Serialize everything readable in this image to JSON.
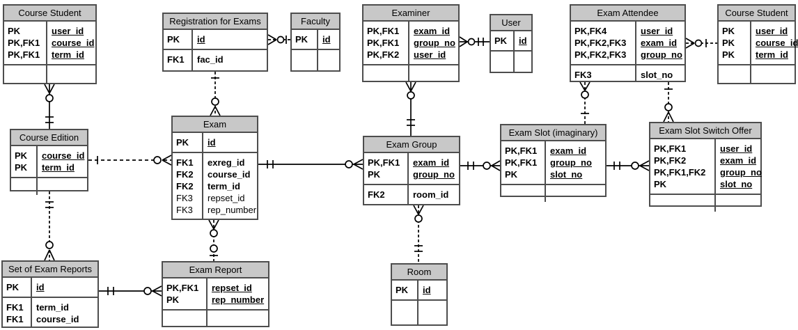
{
  "diagram": {
    "kind": "entity-relationship-diagram",
    "notation": "crows-foot",
    "colors": {
      "header_fill": "#c8c8c8",
      "table_border": "#4d4d4d",
      "line": "#000000",
      "background": "#ffffff"
    }
  },
  "tables": [
    {
      "id": "course-student-left",
      "title": "Course Student",
      "keys": [
        {
          "k": "PK",
          "n": "user_id"
        },
        {
          "k": "PK,FK1",
          "n": "course_id"
        },
        {
          "k": "PK,FK1",
          "n": "term_id"
        }
      ],
      "attrs": []
    },
    {
      "id": "registration-for-exams",
      "title": "Registration for Exams",
      "keys": [
        {
          "k": "PK",
          "n": "id"
        }
      ],
      "attrs": [
        {
          "k": "FK1",
          "n": "fac_id"
        }
      ]
    },
    {
      "id": "faculty",
      "title": "Faculty",
      "keys": [
        {
          "k": "PK",
          "n": "id"
        }
      ],
      "attrs": []
    },
    {
      "id": "examiner",
      "title": "Examiner",
      "keys": [
        {
          "k": "PK,FK1",
          "n": "exam_id"
        },
        {
          "k": "PK,FK1",
          "n": "group_no"
        },
        {
          "k": "PK,FK2",
          "n": "user_id"
        }
      ],
      "attrs": []
    },
    {
      "id": "user",
      "title": "User",
      "keys": [
        {
          "k": "PK",
          "n": "id"
        }
      ],
      "attrs": []
    },
    {
      "id": "exam-attendee",
      "title": "Exam Attendee",
      "keys": [
        {
          "k": "PK,FK4",
          "n": "user_id"
        },
        {
          "k": "PK,FK2,FK3",
          "n": "exam_id"
        },
        {
          "k": "PK,FK2,FK3",
          "n": "group_no"
        }
      ],
      "attrs": [
        {
          "k": "FK3",
          "n": "slot_no"
        }
      ]
    },
    {
      "id": "course-student-right",
      "title": "Course Student",
      "keys": [
        {
          "k": "PK",
          "n": "user_id"
        },
        {
          "k": "PK",
          "n": "course_id"
        },
        {
          "k": "PK",
          "n": "term_id"
        }
      ],
      "attrs": []
    },
    {
      "id": "course-edition",
      "title": "Course Edition",
      "keys": [
        {
          "k": "PK",
          "n": "course_id"
        },
        {
          "k": "PK",
          "n": "term_id"
        }
      ],
      "attrs": []
    },
    {
      "id": "exam",
      "title": "Exam",
      "keys": [
        {
          "k": "PK",
          "n": "id"
        }
      ],
      "attrs": [
        {
          "k": "FK1",
          "n": "exreg_id"
        },
        {
          "k": "FK2",
          "n": "course_id"
        },
        {
          "k": "FK2",
          "n": "term_id"
        },
        {
          "k": "FK3",
          "n": "repset_id",
          "light": true
        },
        {
          "k": "FK3",
          "n": "rep_number",
          "light": true
        }
      ]
    },
    {
      "id": "exam-group",
      "title": "Exam Group",
      "keys": [
        {
          "k": "PK,FK1",
          "n": "exam_id"
        },
        {
          "k": "PK",
          "n": "group_no"
        }
      ],
      "attrs": [
        {
          "k": "FK2",
          "n": "room_id"
        }
      ]
    },
    {
      "id": "exam-slot-imaginary",
      "title": "Exam Slot (imaginary)",
      "keys": [
        {
          "k": "PK,FK1",
          "n": "exam_id"
        },
        {
          "k": "PK,FK1",
          "n": "group_no"
        },
        {
          "k": "PK",
          "n": "slot_no"
        }
      ],
      "attrs": []
    },
    {
      "id": "exam-slot-switch-offer",
      "title": "Exam Slot Switch Offer",
      "keys": [
        {
          "k": "PK,FK1",
          "n": "user_id"
        },
        {
          "k": "PK,FK2",
          "n": "exam_id"
        },
        {
          "k": "PK,FK1,FK2",
          "n": "group_no"
        },
        {
          "k": "PK",
          "n": "slot_no"
        }
      ],
      "attrs": []
    },
    {
      "id": "set-of-exam-reports",
      "title": "Set of Exam Reports",
      "keys": [
        {
          "k": "PK",
          "n": "id"
        }
      ],
      "attrs": [
        {
          "k": "FK1",
          "n": "term_id"
        },
        {
          "k": "FK1",
          "n": "course_id"
        }
      ]
    },
    {
      "id": "exam-report",
      "title": "Exam Report",
      "keys": [
        {
          "k": "PK,FK1",
          "n": "repset_id"
        },
        {
          "k": "PK",
          "n": "rep_number"
        }
      ],
      "attrs": []
    },
    {
      "id": "room",
      "title": "Room",
      "keys": [
        {
          "k": "PK",
          "n": "id"
        }
      ],
      "attrs": []
    }
  ],
  "relationships": [
    {
      "from": "course-student-left",
      "to": "course-edition",
      "from_end": "zero-or-many",
      "to_end": "one-and-only-one",
      "line": "solid"
    },
    {
      "from": "registration-for-exams",
      "to": "faculty",
      "from_end": "zero-or-many",
      "to_end": "one",
      "line": "dashed"
    },
    {
      "from": "registration-for-exams",
      "to": "exam",
      "from_end": "one",
      "to_end": "zero-or-many",
      "line": "dashed"
    },
    {
      "from": "course-edition",
      "to": "exam",
      "from_end": "one",
      "to_end": "zero-or-many",
      "line": "dashed"
    },
    {
      "from": "course-edition",
      "to": "set-of-exam-reports",
      "from_end": "one-and-only-one",
      "to_end": "zero-or-many",
      "line": "dashed"
    },
    {
      "from": "exam",
      "to": "exam-group",
      "from_end": "one-and-only-one",
      "to_end": "zero-or-many",
      "line": "solid"
    },
    {
      "from": "exam",
      "to": "exam-report",
      "from_end": "zero-or-many",
      "to_end": "zero-or-one",
      "line": "dashed"
    },
    {
      "from": "exam-group",
      "to": "exam-slot-imaginary",
      "from_end": "one-and-only-one",
      "to_end": "zero-or-many",
      "line": "solid"
    },
    {
      "from": "exam-group",
      "to": "room",
      "from_end": "zero-or-many",
      "to_end": "one-and-only-one",
      "line": "dashed"
    },
    {
      "from": "exam-slot-imaginary",
      "to": "exam-slot-switch-offer",
      "from_end": "one-and-only-one",
      "to_end": "zero-or-many",
      "line": "solid"
    },
    {
      "from": "exam-attendee",
      "to": "exam-slot-imaginary",
      "from_end": "zero-or-many",
      "to_end": "one",
      "line": "dashed"
    },
    {
      "from": "exam-attendee",
      "to": "exam-slot-switch-offer",
      "from_end": "one",
      "to_end": "zero-or-many",
      "line": "dashed"
    },
    {
      "from": "exam-attendee",
      "to": "course-student-right",
      "from_end": "zero-or-many",
      "to_end": "one",
      "line": "dashed"
    },
    {
      "from": "examiner",
      "to": "user",
      "from_end": "zero-or-many",
      "to_end": "one-and-only-one",
      "line": "solid"
    },
    {
      "from": "examiner",
      "to": "exam-group",
      "from_end": "zero-or-many",
      "to_end": "one-and-only-one",
      "line": "solid"
    },
    {
      "from": "set-of-exam-reports",
      "to": "exam-report",
      "from_end": "one-and-only-one",
      "to_end": "zero-or-many",
      "line": "solid"
    }
  ]
}
